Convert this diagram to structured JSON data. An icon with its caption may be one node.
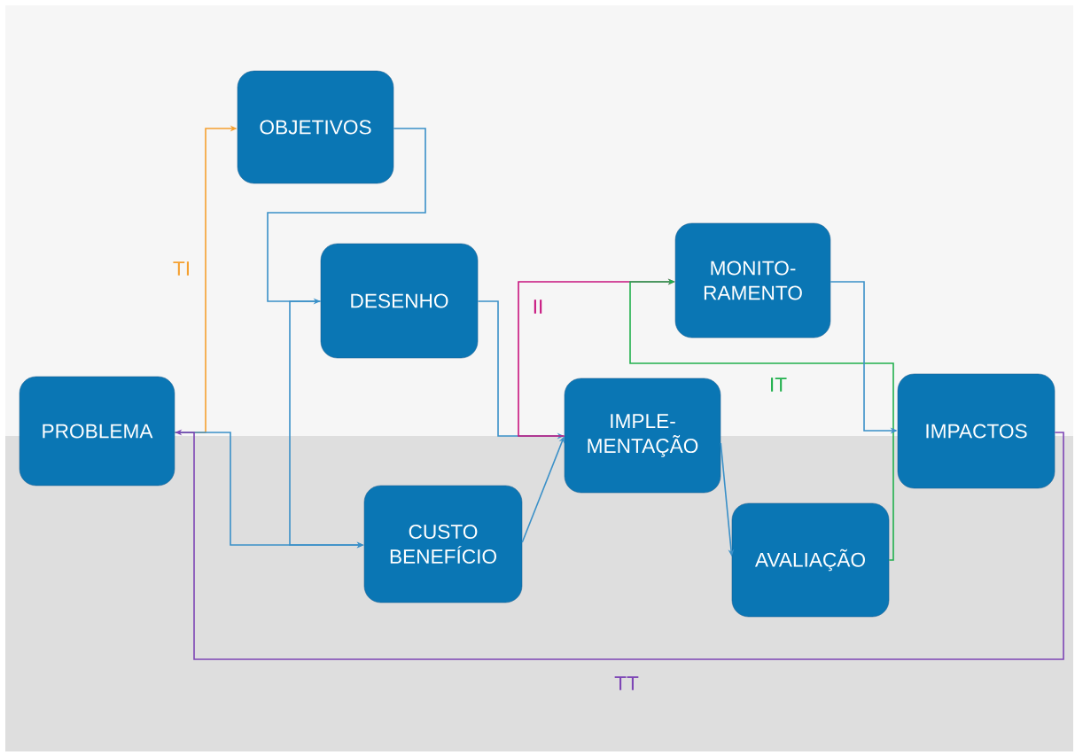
{
  "diagram": {
    "nodes": [
      {
        "text": [
          "PROBLEMA"
        ]
      },
      {
        "text": [
          "OBJETIVOS"
        ]
      },
      {
        "text": [
          "DESENHO"
        ]
      },
      {
        "text": [
          "MONITO- RAMENTO"
        ]
      },
      {
        "text": [
          "IMPLE- MENTAÇÃO"
        ]
      },
      {
        "text": [
          "IMPACTOS"
        ]
      },
      {
        "text": [
          "CUSTO BENEFÍCIO"
        ]
      },
      {
        "text": [
          "AVALIAÇÃO"
        ]
      }
    ],
    "edges": [
      {
        "from": 0,
        "to": 1,
        "arrow": "to",
        "label": "TI",
        "color": "#f5a030"
      },
      {
        "from": 1,
        "to": 2,
        "arrow": "to"
      },
      {
        "from": 0,
        "to": 6,
        "arrow": "to"
      },
      {
        "from": 2,
        "to": 6,
        "arrow": "to"
      },
      {
        "from": 2,
        "to": 4,
        "arrow": "to"
      },
      {
        "from": 6,
        "to": 4,
        "arrow": "to"
      },
      {
        "from": 4,
        "to": 3,
        "arrow": "to",
        "label": "II",
        "color": "#c8157f"
      },
      {
        "from": 7,
        "to": 3,
        "arrow": "to",
        "label": "IT",
        "color": "#22b04e"
      },
      {
        "from": 3,
        "to": 5,
        "arrow": "to"
      },
      {
        "from": 4,
        "to": 7,
        "arrow": "to"
      },
      {
        "from": 5,
        "to": 0,
        "arrow": "to",
        "label": "TT",
        "color": "#7d45b5"
      }
    ]
  }
}
